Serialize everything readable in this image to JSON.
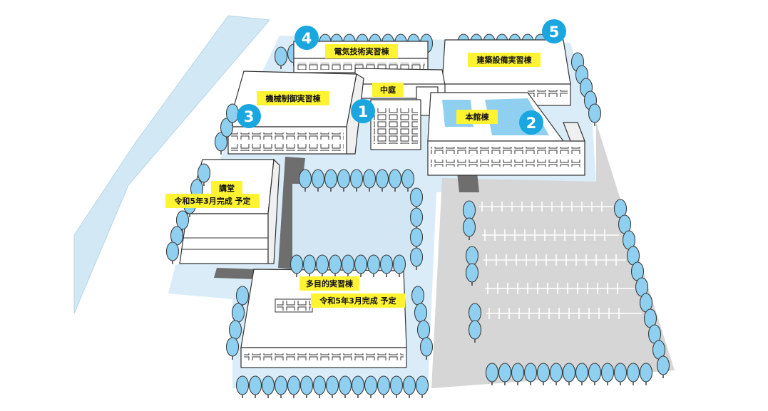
{
  "map": {
    "colors": {
      "river": "#d2e8f4",
      "grounds": "#d9ecf7",
      "parking": "#d6d6d6",
      "marker": "#1aa6df",
      "label": "#fff332",
      "tree": "#8fd0f0",
      "roof": "#ffffff",
      "path": "#6e6e6e"
    },
    "markers": [
      {
        "num": "1",
        "name": "中庭"
      },
      {
        "num": "2",
        "name": "本館棟"
      },
      {
        "num": "3",
        "name": "機械制御実習棟"
      },
      {
        "num": "4",
        "name": "電気技術実習棟"
      },
      {
        "num": "5",
        "name": "建築設備実習棟"
      }
    ],
    "labels": {
      "denki": "電気技術実習棟",
      "kenchiku": "建築設備実習棟",
      "nakaniwa": "中庭",
      "kikai": "機械制御実習棟",
      "honkan": "本館棟",
      "kodo": "講堂",
      "kodo_note": "令和5年3月完成 予定",
      "tamokuteki": "多目的実習棟",
      "tamokuteki_note": "令和5年3月完成 予定"
    }
  }
}
